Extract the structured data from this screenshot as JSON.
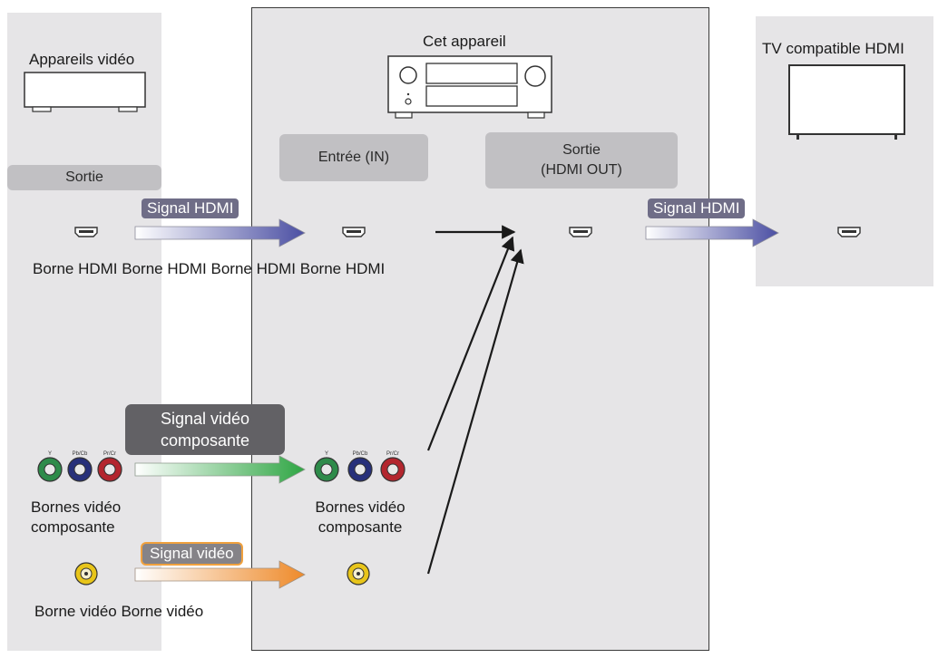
{
  "devices": {
    "video_devices": "Appareils vidéo",
    "this_unit": "Cet appareil",
    "tv": "TV compatible HDMI"
  },
  "boxes": {
    "left_output": "Sortie",
    "center_input": "Entrée (IN)",
    "center_output_line1": "Sortie",
    "center_output_line2": "(HDMI OUT)"
  },
  "signals": {
    "hdmi_1": "Signal HDMI",
    "hdmi_2": "Signal HDMI",
    "component_line1": "Signal vidéo",
    "component_line2": "composante",
    "video": "Signal vidéo"
  },
  "terminals": {
    "hdmi_row_text": "Borne HDMI Borne HDMI Borne HDMI Borne HDMI",
    "component_left_line1": "Bornes vidéo",
    "component_left_line2": "composante",
    "component_center_line1": "Bornes vidéo",
    "component_center_line2": "composante",
    "video_row_text": "Borne vidéo Borne vidéo",
    "jack_y": "Y",
    "jack_pb": "Pb/Cb",
    "jack_pr": "Pr/Cr"
  },
  "colors": {
    "panel": "#e6e5e7",
    "hdmi_arrow": "#4b4fa3",
    "component_arrow": "#2fa644",
    "video_arrow": "#ee8a2a",
    "jack_green": "#2e8b4a",
    "jack_blue": "#27307a",
    "jack_red": "#b3262e",
    "jack_yellow": "#e8c51a"
  }
}
